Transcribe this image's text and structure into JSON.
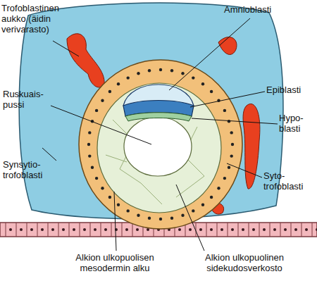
{
  "diagram": {
    "labels": [
      "Trofoblastinen aukko (äidin verivarasto)",
      "Amnioblasti",
      "Ruskuais- pussi",
      "Epiblasti",
      "Hypo- blasti",
      "Synsytio- trofoblasti",
      "Syto- trofoblasti",
      "Alkion ulkopuolisen mesodermin alku",
      "Alkion ulkopuolinen sidekudosverkosto"
    ]
  }
}
